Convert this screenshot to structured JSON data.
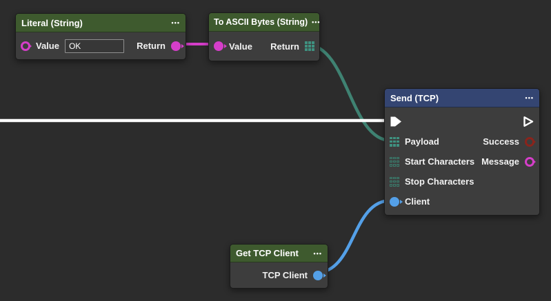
{
  "ui": {
    "menu_dots": "•••"
  },
  "colors": {
    "background": "#2c2c2c",
    "node_body": "#3d3d3d",
    "header_green": "#3e5a2e",
    "header_blue": "#344572",
    "string_magenta": "#d53ec9",
    "bytes_teal": "#3f8272",
    "bytes_port_teal": "#3f9180",
    "exec_white": "#ffffff",
    "client_blue": "#54a0e8",
    "success_dark_red": "#8a241c"
  },
  "nodes": {
    "literal": {
      "title": "Literal (String)",
      "value_label": "Value",
      "value_text": "OK",
      "return_label": "Return"
    },
    "to_ascii": {
      "title": "To ASCII Bytes (String)",
      "value_label": "Value",
      "return_label": "Return"
    },
    "send": {
      "title": "Send (TCP)",
      "payload_label": "Payload",
      "success_label": "Success",
      "start_label": "Start Characters",
      "message_label": "Message",
      "stop_label": "Stop Characters",
      "client_label": "Client"
    },
    "get_tcp_client": {
      "title": "Get TCP Client",
      "output_label": "TCP Client"
    }
  }
}
